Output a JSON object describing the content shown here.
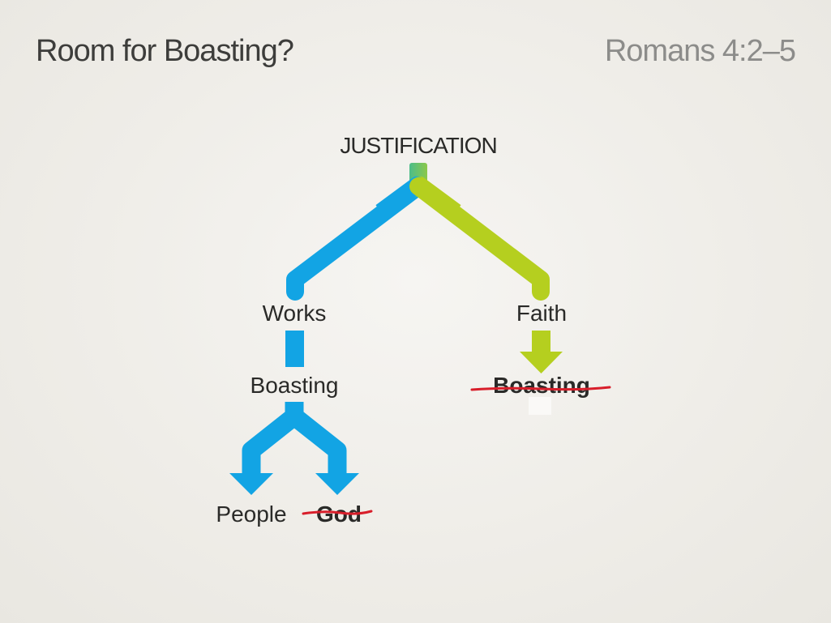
{
  "slide": {
    "title": "Room for Boasting?",
    "reference": "Romans 4:2–5"
  },
  "diagram": {
    "root": "JUSTIFICATION",
    "left_branch": "Works",
    "right_branch": "Faith",
    "works_result": "Boasting",
    "faith_result": "Boasting",
    "boasting_target_left": "People",
    "boasting_target_right": "God",
    "struck_out": [
      "faith_result",
      "boasting_target_right"
    ],
    "colors": {
      "works_path": "#12a4e4",
      "faith_path": "#b5cf1f",
      "root_stem": "#5cbf7a",
      "strike": "#d81e2a",
      "text": "#2a2a28"
    }
  }
}
